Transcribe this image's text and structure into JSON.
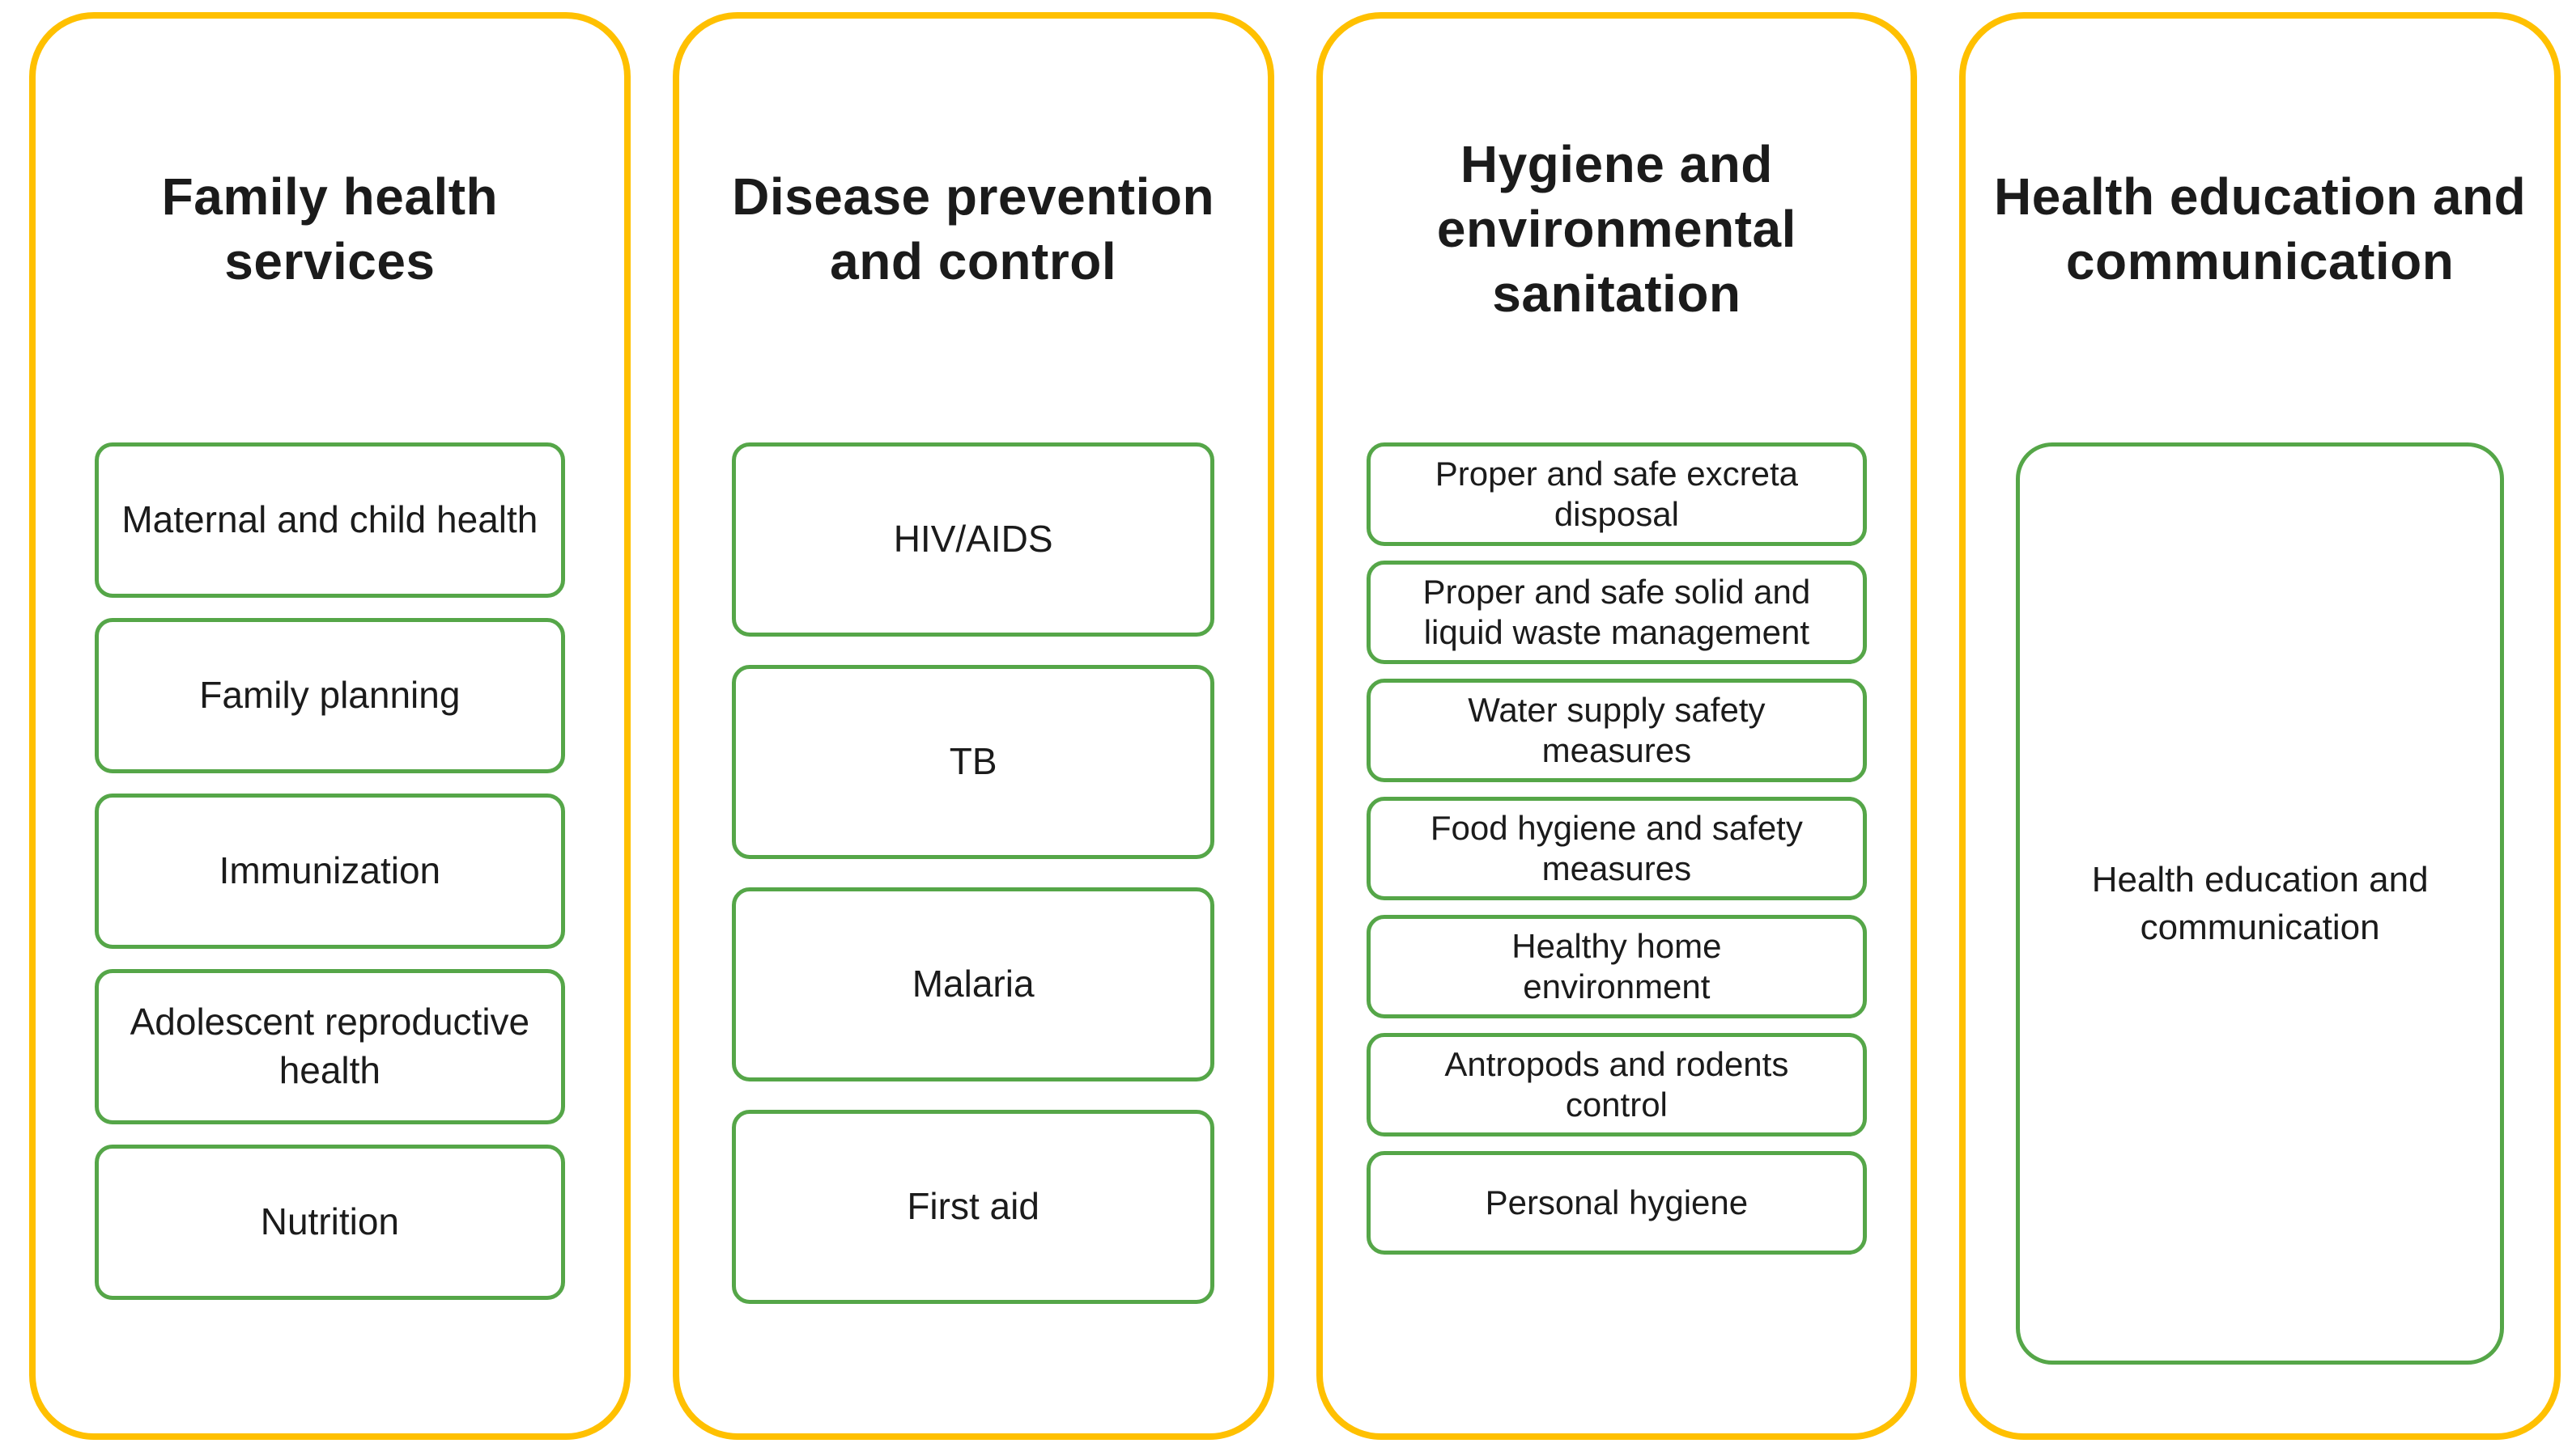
{
  "colors": {
    "column_border": "#FFC000",
    "item_border": "#55A648",
    "text": "#1B1B1B",
    "background": "#FFFFFF"
  },
  "columns": [
    {
      "title": "Family health\nservices",
      "items": [
        "Maternal and child health",
        "Family planning",
        "Immunization",
        "Adolescent reproductive\nhealth",
        "Nutrition"
      ]
    },
    {
      "title": "Disease prevention\nand control",
      "items": [
        "HIV/AIDS",
        "TB",
        "Malaria",
        "First aid"
      ]
    },
    {
      "title": "Hygiene and\nenvironmental\nsanitation",
      "items": [
        "Proper and safe excreta\ndisposal",
        "Proper and safe solid and\nliquid waste management",
        "Water supply safety\nmeasures",
        "Food hygiene and safety\nmeasures",
        "Healthy home\nenvironment",
        "Antropods and rodents\ncontrol",
        "Personal hygiene"
      ]
    },
    {
      "title": "Health education and\ncommunication",
      "items": [
        "Health education and\ncommunication"
      ]
    }
  ]
}
